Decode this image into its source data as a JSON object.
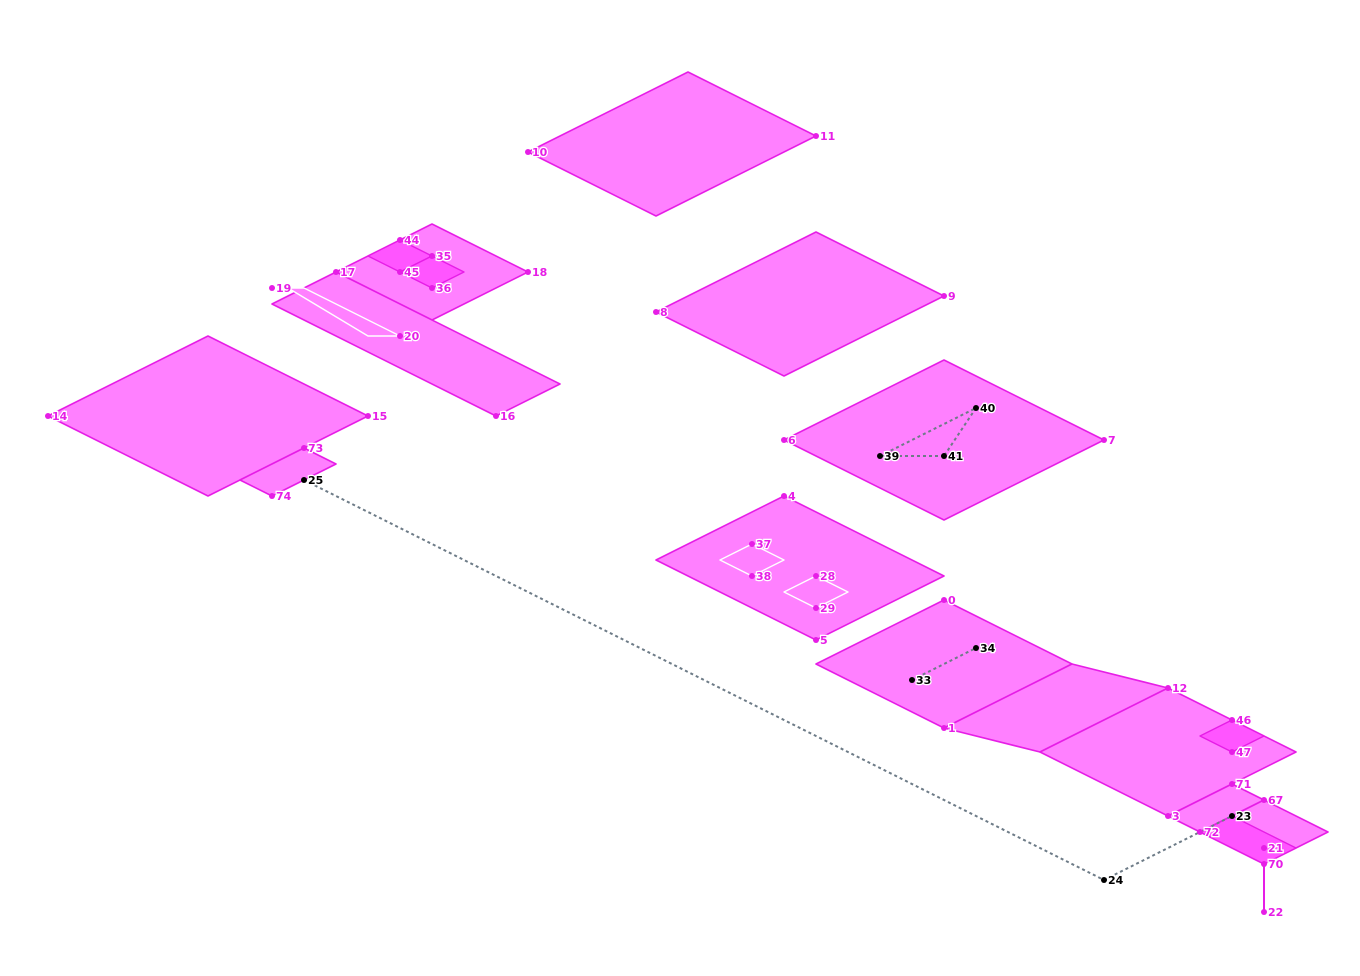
{
  "colors": {
    "plane_fill": "#ff80ff",
    "plane_stroke": "#e61ee6",
    "inner_fill": "#ff55ff",
    "point_magenta": "#e61ee6",
    "point_black": "#000000",
    "dashed_link": "#6d7b87"
  },
  "points": [
    {
      "id": "0",
      "label": "0",
      "color": "magenta"
    },
    {
      "id": "1",
      "label": "1",
      "color": "magenta"
    },
    {
      "id": "3",
      "label": "3",
      "color": "magenta"
    },
    {
      "id": "4",
      "label": "4",
      "color": "magenta"
    },
    {
      "id": "5",
      "label": "5",
      "color": "magenta"
    },
    {
      "id": "6",
      "label": "6",
      "color": "magenta"
    },
    {
      "id": "7",
      "label": "7",
      "color": "magenta"
    },
    {
      "id": "8",
      "label": "8",
      "color": "magenta"
    },
    {
      "id": "9",
      "label": "9",
      "color": "magenta"
    },
    {
      "id": "10",
      "label": "10",
      "color": "magenta"
    },
    {
      "id": "11",
      "label": "11",
      "color": "magenta"
    },
    {
      "id": "12",
      "label": "12",
      "color": "magenta"
    },
    {
      "id": "14",
      "label": "14",
      "color": "magenta"
    },
    {
      "id": "15",
      "label": "15",
      "color": "magenta"
    },
    {
      "id": "16",
      "label": "16",
      "color": "magenta"
    },
    {
      "id": "17",
      "label": "17",
      "color": "magenta"
    },
    {
      "id": "18",
      "label": "18",
      "color": "magenta"
    },
    {
      "id": "19",
      "label": "19",
      "color": "magenta"
    },
    {
      "id": "20",
      "label": "20",
      "color": "magenta"
    },
    {
      "id": "21",
      "label": "21",
      "color": "magenta"
    },
    {
      "id": "22",
      "label": "22",
      "color": "magenta"
    },
    {
      "id": "23",
      "label": "23",
      "color": "black"
    },
    {
      "id": "24",
      "label": "24",
      "color": "black"
    },
    {
      "id": "25",
      "label": "25",
      "color": "black"
    },
    {
      "id": "28",
      "label": "28",
      "color": "magenta"
    },
    {
      "id": "29",
      "label": "29",
      "color": "magenta"
    },
    {
      "id": "33",
      "label": "33",
      "color": "black"
    },
    {
      "id": "34",
      "label": "34",
      "color": "black"
    },
    {
      "id": "35",
      "label": "35",
      "color": "magenta"
    },
    {
      "id": "36",
      "label": "36",
      "color": "magenta"
    },
    {
      "id": "37",
      "label": "37",
      "color": "magenta"
    },
    {
      "id": "38",
      "label": "38",
      "color": "magenta"
    },
    {
      "id": "39",
      "label": "39",
      "color": "black"
    },
    {
      "id": "40",
      "label": "40",
      "color": "black"
    },
    {
      "id": "41",
      "label": "41",
      "color": "black"
    },
    {
      "id": "44",
      "label": "44",
      "color": "magenta"
    },
    {
      "id": "45",
      "label": "45",
      "color": "magenta"
    },
    {
      "id": "46",
      "label": "46",
      "color": "magenta"
    },
    {
      "id": "47",
      "label": "47",
      "color": "magenta"
    },
    {
      "id": "67",
      "label": "67",
      "color": "magenta"
    },
    {
      "id": "70",
      "label": "70",
      "color": "magenta"
    },
    {
      "id": "71",
      "label": "71",
      "color": "magenta"
    },
    {
      "id": "72",
      "label": "72",
      "color": "magenta"
    },
    {
      "id": "73",
      "label": "73",
      "color": "magenta"
    },
    {
      "id": "74",
      "label": "74",
      "color": "magenta"
    }
  ],
  "links": [
    {
      "from": "25",
      "to": "24",
      "style": "dashed"
    },
    {
      "from": "24",
      "to": "23",
      "style": "dashed"
    },
    {
      "from": "33",
      "to": "34",
      "style": "dashed"
    },
    {
      "from": "39",
      "to": "40",
      "style": "dashed"
    },
    {
      "from": "40",
      "to": "41",
      "style": "dashed"
    },
    {
      "from": "41",
      "to": "39",
      "style": "dashed"
    },
    {
      "from": "70",
      "to": "22",
      "style": "solid"
    }
  ]
}
